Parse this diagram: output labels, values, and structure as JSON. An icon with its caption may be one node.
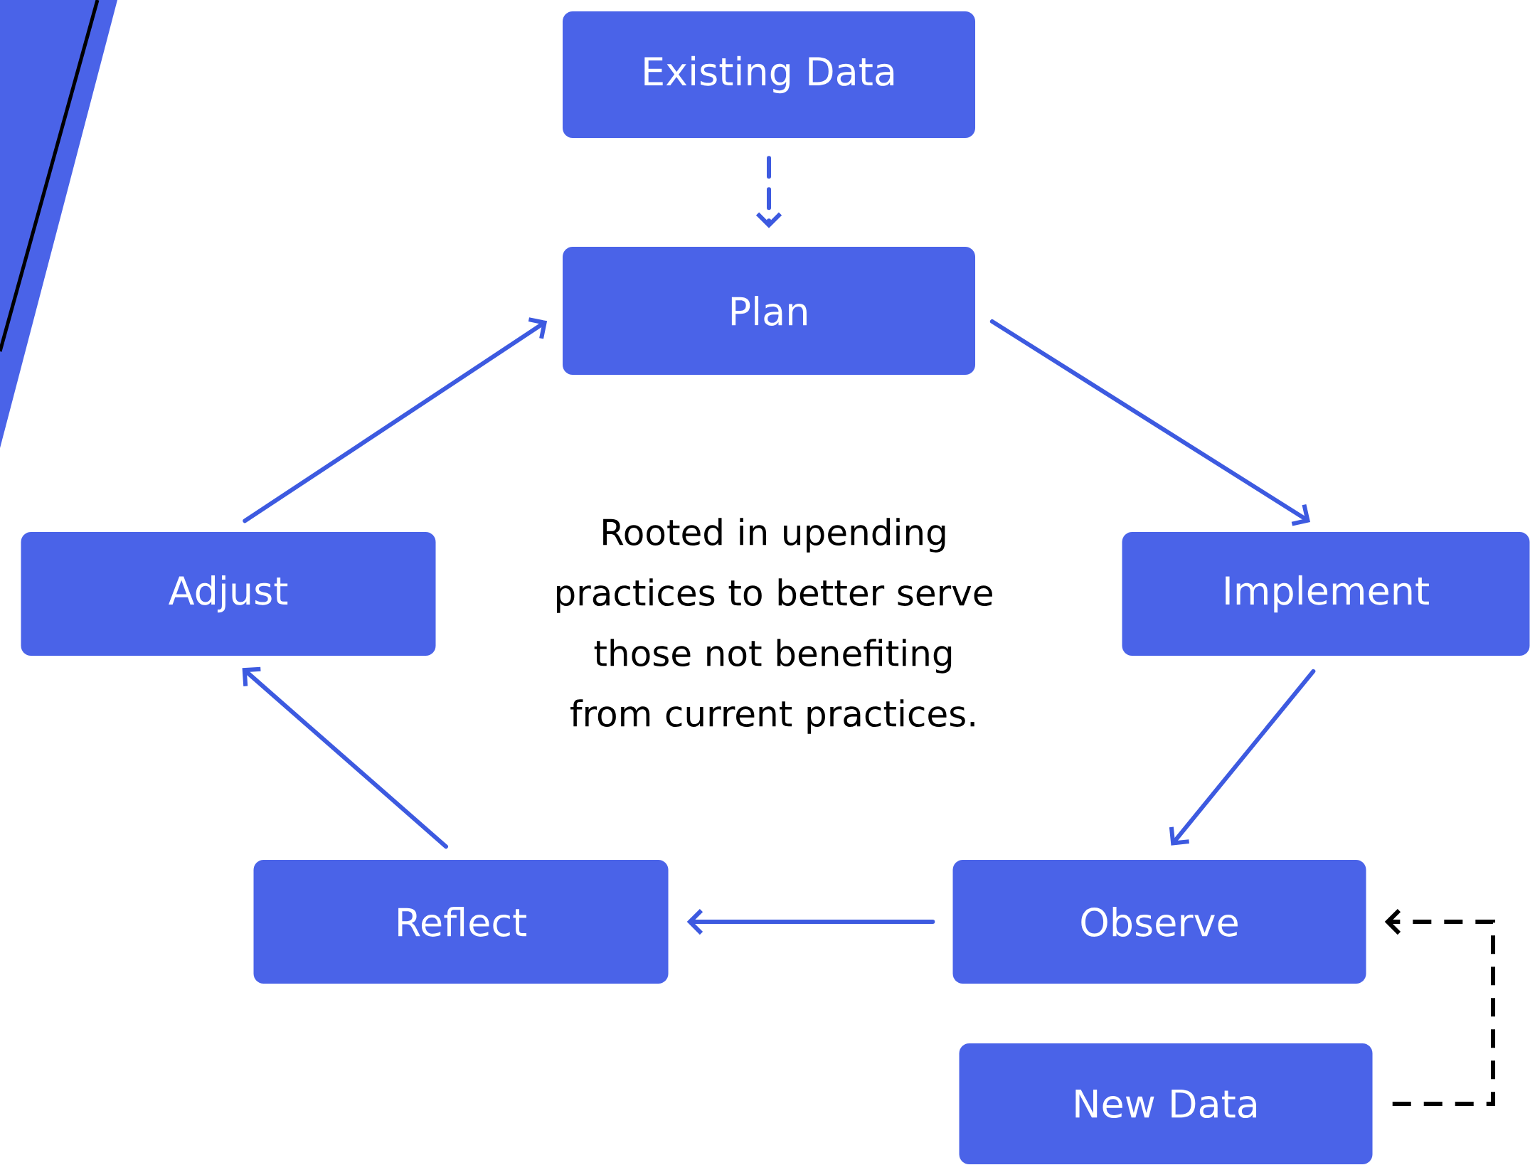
{
  "diagram": {
    "nodes": [
      {
        "text": [
          "Existing Data"
        ]
      },
      {
        "text": [
          "Plan"
        ]
      },
      {
        "text": [
          "Adjust"
        ]
      },
      {
        "text": [
          "Implement"
        ]
      },
      {
        "text": [
          "Reflect"
        ]
      },
      {
        "text": [
          "Observe"
        ]
      },
      {
        "text": [
          "New Data"
        ]
      }
    ],
    "edges": [
      {
        "from": 0,
        "to": 1,
        "arrow": "to",
        "style": "dashed"
      },
      {
        "from": 1,
        "to": 3,
        "arrow": "to"
      },
      {
        "from": 3,
        "to": 5,
        "arrow": "to"
      },
      {
        "from": 5,
        "to": 4,
        "arrow": "to"
      },
      {
        "from": 4,
        "to": 2,
        "arrow": "to"
      },
      {
        "from": 2,
        "to": 1,
        "arrow": "to"
      },
      {
        "from": 6,
        "to": 5,
        "arrow": "to",
        "style": "dashed",
        "color": "#000000"
      }
    ],
    "labels": [
      "Rooted in upending practices to better serve those not benefiting from current practices."
    ]
  }
}
